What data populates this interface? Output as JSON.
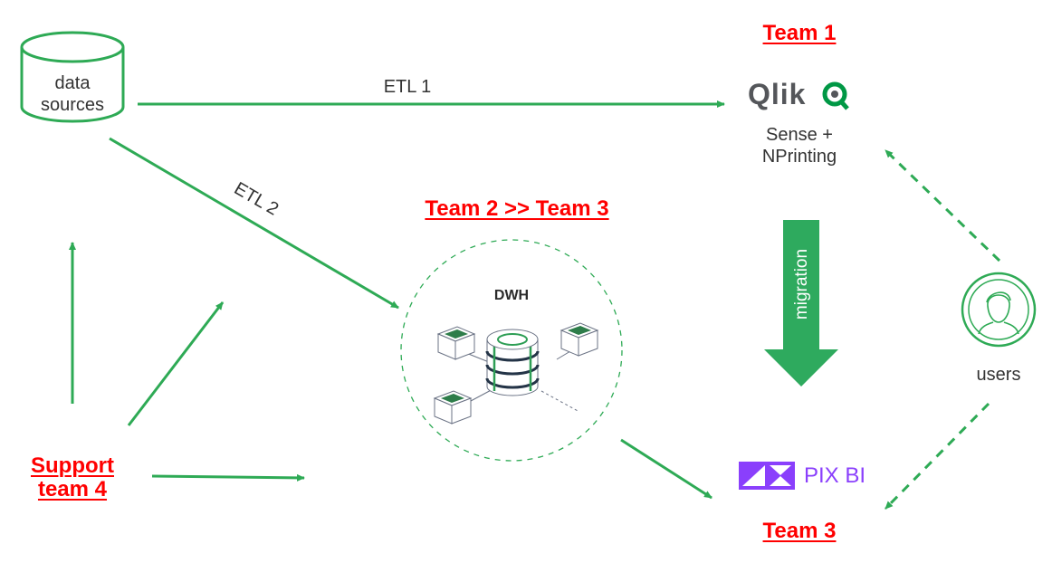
{
  "colors": {
    "arrow_green": "#2eaa55",
    "fill_green": "#2eaa5e",
    "team_red": "#ff0000",
    "qlik_grey": "#54565a",
    "qlik_green": "#009845",
    "pix_purple": "#8a3ffc",
    "text_dark": "#333333"
  },
  "nodes": {
    "data_sources": {
      "line1": "data",
      "line2": "sources"
    },
    "qlik": {
      "logo_text": "Qlik",
      "line1": "Sense +",
      "line2": "NPrinting"
    },
    "dwh": {
      "title": "DWH"
    },
    "pix": {
      "logo_text": "PIX BI"
    },
    "users": {
      "label": "users"
    },
    "support": {
      "line1": "Support",
      "line2": "team 4"
    }
  },
  "teams": {
    "team1": "Team 1",
    "team23": "Team 2 >> Team 3",
    "team3": "Team 3"
  },
  "edges": {
    "etl1": "ETL 1",
    "etl2": "ETL 2",
    "migration": "migration"
  },
  "icons": {
    "data_sources": "database-cylinder-icon",
    "qlik": "qlik-logo-icon",
    "dwh": "data-warehouse-icon",
    "pix": "pix-bi-logo-icon",
    "users": "user-avatar-icon",
    "migration": "down-arrow-icon"
  }
}
